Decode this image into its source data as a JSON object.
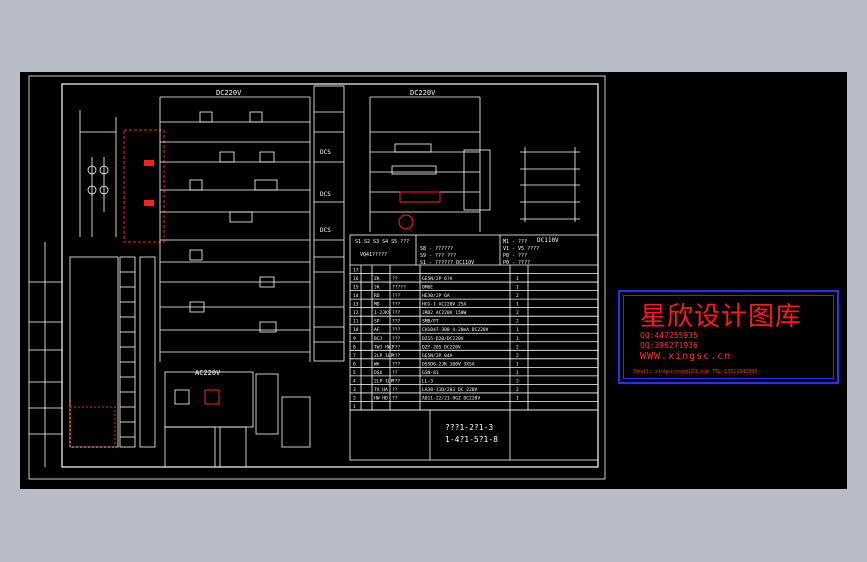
{
  "labels": {
    "dc_left": "DC220V",
    "dc_right": "DC220V",
    "ac": "AC220V",
    "dc110": "DC110V",
    "dcs1": "DCS",
    "dcs2": "DCS",
    "dcs3": "DCS",
    "code_top": "???1-2?1-3",
    "code_bottom": "1-4?1-5?1-8",
    "table_head": "S1 S2 S3 S4 S5 ???",
    "table_sub1": "VQ41?????",
    "table_sub2": "S8 - ??????",
    "table_sub3": "S9 - ??? ???",
    "table_sub4": "S1 - ?????? DC110V",
    "m_head": "M1 - ???",
    "v_head": "V1 - V5 ????",
    "p_head": "P0 - ???",
    "p_head2": "P0 - ????"
  },
  "components": {
    "list_rows": [
      {
        "no": "17",
        "code": "",
        "name": "",
        "spec": "",
        "qty": ""
      },
      {
        "no": "16",
        "code": "ZK",
        "name": "??",
        "spec": "GE5N/2P 6?A",
        "qty": "1"
      },
      {
        "no": "15",
        "code": "JK",
        "name": "?????",
        "spec": "DM6E",
        "qty": "1"
      },
      {
        "no": "14",
        "code": "RD",
        "name": "???",
        "spec": "HE30/2P 6A",
        "qty": "2"
      },
      {
        "no": "13",
        "code": "MD",
        "name": "???",
        "spec": "HCG-1 AC220V 25A",
        "qty": "1"
      },
      {
        "no": "12",
        "code": "1-2JKS",
        "name": "???",
        "spec": "JRD2 AC220V 150W",
        "qty": "2"
      },
      {
        "no": "11",
        "code": "SP",
        "name": "???",
        "spec": "SMB/PT",
        "qty": "2"
      },
      {
        "no": "10",
        "code": "AF",
        "name": "???",
        "spec": "CH1047-3B0 4-20mA DC220V",
        "qty": "1"
      },
      {
        "no": "9",
        "code": "BCJ",
        "name": "???",
        "spec": "DZ15-D20/DC220V",
        "qty": "1"
      },
      {
        "no": "8",
        "code": "TWJ HWJ",
        "name": "???",
        "spec": "DZY-205 DC220V",
        "qty": "2"
      },
      {
        "no": "7",
        "code": "2LP 1LP",
        "name": "???",
        "spec": "GE5N/2P 04A",
        "qty": "2"
      },
      {
        "no": "6",
        "code": "Wh",
        "name": "???",
        "spec": "DSSD6-2JK 100V 3X5A",
        "qty": "1"
      },
      {
        "no": "5",
        "code": "DSX",
        "name": "??",
        "spec": "GSN-81",
        "qty": "1"
      },
      {
        "no": "4",
        "code": "2LP 1LP",
        "name": "???",
        "spec": "LL-3",
        "qty": "2"
      },
      {
        "no": "3",
        "code": "TA HA",
        "name": "??",
        "spec": "LA38-11D/203 DC 220V",
        "qty": "2"
      },
      {
        "no": "2",
        "code": "HW HD",
        "name": "??",
        "spec": "AD11-22/21-9GZ DC220V",
        "qty": "1"
      },
      {
        "no": "1",
        "code": "",
        "name": "",
        "spec": "",
        "qty": ""
      }
    ]
  },
  "stamp": {
    "title": "星欣设计图库",
    "qq1": "QQ:447255935",
    "qq2": "QQ:396271936",
    "website": "WWW.xingsc.cn",
    "contact": "Email: xingxinsuo@163.com  TEL:13511542800"
  },
  "colors": {
    "viewport": "#000000",
    "background": "#b7bcc6",
    "line": "#ffffff",
    "accent_red": "#ff2020",
    "accent_yellow": "#ffff00",
    "stamp_blue": "#2233ff"
  }
}
